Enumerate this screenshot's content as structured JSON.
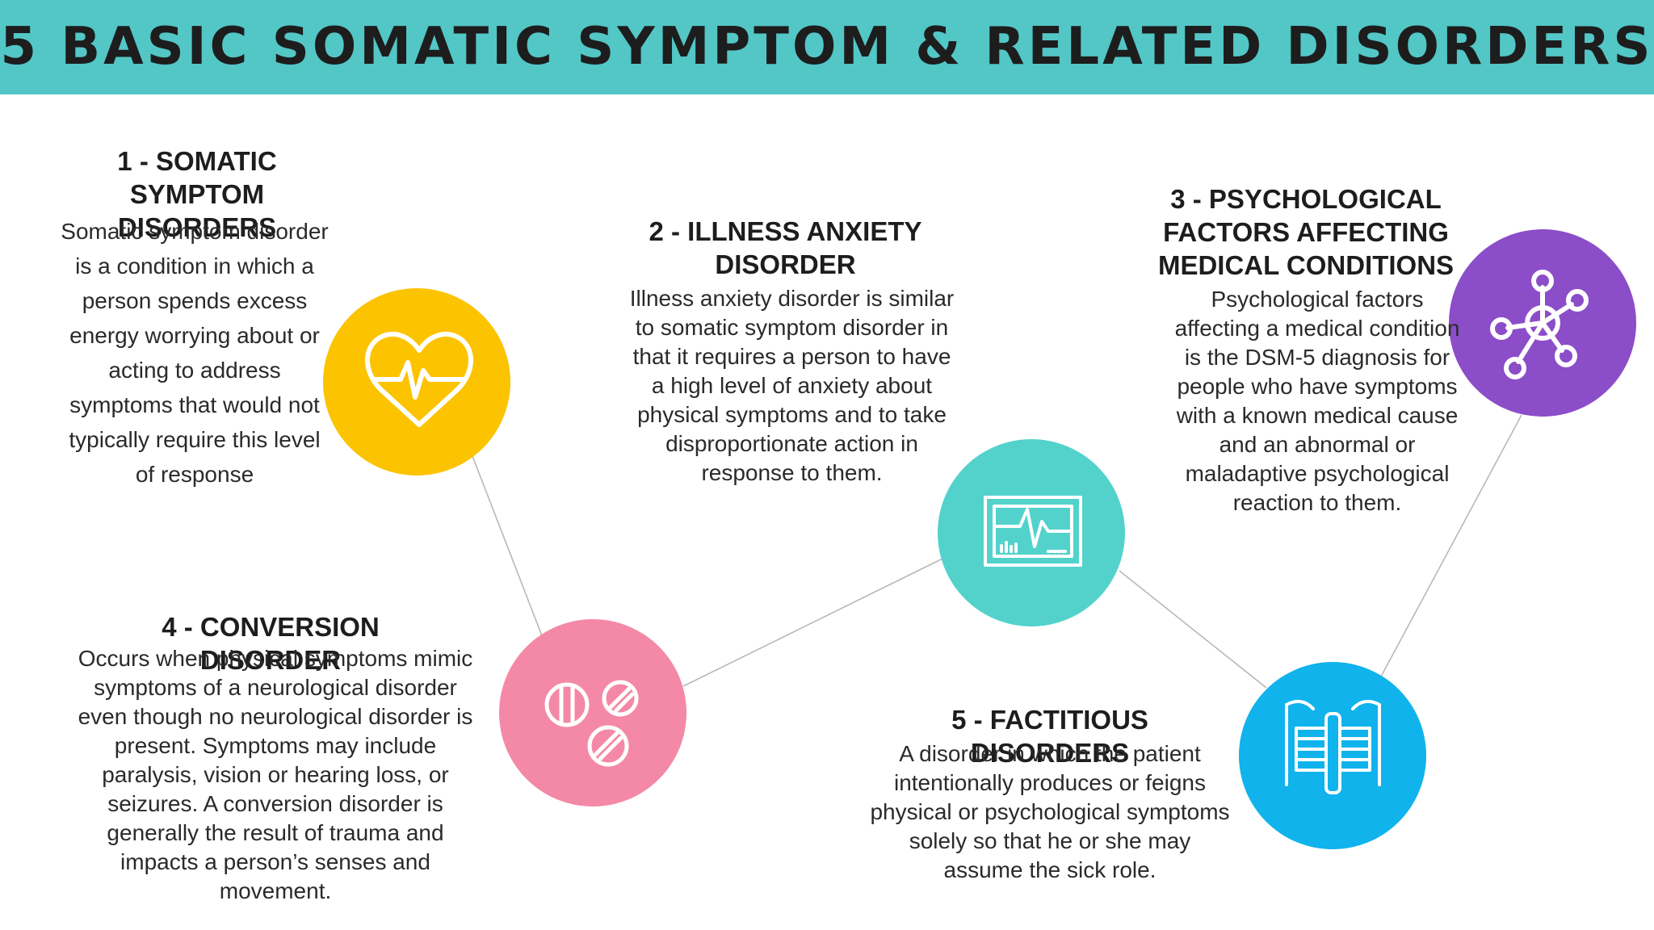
{
  "title": "5 BASIC SOMATIC SYMPTOM & RELATED DISORDERS",
  "colors": {
    "header": "#53c6c6",
    "disorder1": "#fcc300",
    "disorder2": "#53d2cc",
    "disorder3": "#8c4dc9",
    "disorder4": "#f389a6",
    "disorder5": "#10b3ec",
    "connector": "#b8b8b8"
  },
  "disorders": [
    {
      "heading": "1 - Somatic Symptom Disorders",
      "text": "Somatic symptom disorder is a condition in which a person spends excess energy worrying about or acting to address symptoms that would not typically require this level of response",
      "icon": "heart-pulse-icon"
    },
    {
      "heading": "2 - Illness Anxiety Disorder",
      "text": "Illness anxiety disorder is similar to somatic symptom disorder in that it requires a person to have a high level of anxiety about physical symptoms and to take disproportionate action in response to them.",
      "icon": "heart-monitor-icon"
    },
    {
      "heading": "3 - Psychological Factors Affecting Medical Conditions",
      "text": "Psychological factors affecting a medical condition is the DSM-5 diagnosis for people who have symptoms with a known medical cause and an abnormal or maladaptive psychological reaction to them.",
      "icon": "molecule-network-icon"
    },
    {
      "heading": "4 - Conversion Disorder",
      "text": "Occurs when physical symptoms mimic symptoms of a neurological disorder even though no neurological disorder is present. Symptoms may include paralysis, vision or hearing loss, or seizures.  A conversion disorder is generally the result of trauma and impacts a person’s senses and movement.",
      "icon": "pills-icon"
    },
    {
      "heading": "5 - Factitious Disorders",
      "text": "A disorder in which the patient intentionally produces or feigns physical or psychological symptoms solely so that he or she may assume the sick role.",
      "icon": "xray-ribcage-icon"
    }
  ]
}
